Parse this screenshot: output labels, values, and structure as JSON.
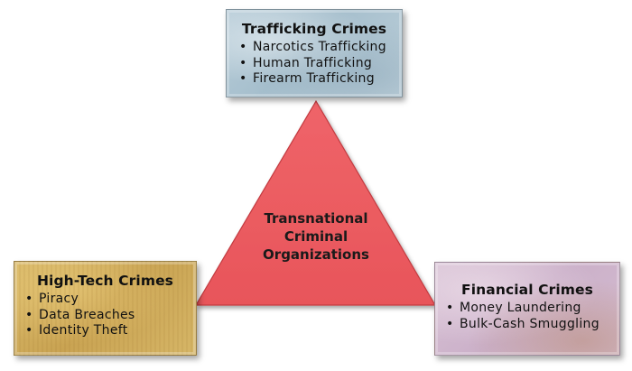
{
  "center": {
    "line1": "Transnational",
    "line2": "Criminal",
    "line3": "Organizations"
  },
  "trafficking": {
    "title": "Trafficking Crimes",
    "items": [
      "Narcotics Trafficking",
      "Human Trafficking",
      "Firearm Trafficking"
    ]
  },
  "high_tech": {
    "title": "High-Tech Crimes",
    "items": [
      "Piracy",
      "Data Breaches",
      "Identity Theft"
    ]
  },
  "financial": {
    "title": "Financial Crimes",
    "items": [
      "Money Laundering",
      "Bulk-Cash Smuggling"
    ]
  },
  "colors": {
    "triangle_fill": "#ec5a5f",
    "triangle_stroke": "#c23a40",
    "trafficking_box": "#b0c6d3",
    "high_tech_box": "#cfac5c",
    "financial_box": "#cfb6cd"
  }
}
